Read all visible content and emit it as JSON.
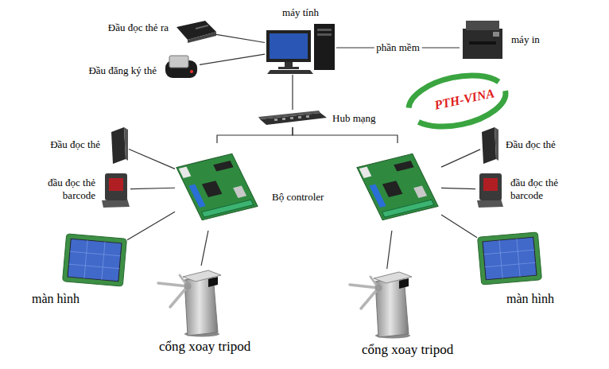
{
  "diagram": {
    "nodes": [
      {
        "text": [
          "Đầu đọc thẻ ra"
        ]
      },
      {
        "text": [
          "máy tính"
        ]
      },
      {
        "text": [
          "Đầu đăng ký thẻ"
        ]
      },
      {
        "text": [
          "máy in"
        ]
      },
      {
        "text": [
          "Hub mạng"
        ]
      },
      {
        "text": [
          "Đầu đọc thẻ"
        ]
      },
      {
        "text": [
          "Đầu đọc thẻ"
        ]
      },
      {
        "text": [
          "Bộ controler"
        ]
      },
      {
        "text": []
      },
      {
        "text": [
          "đầu đọc thẻ barcode"
        ]
      },
      {
        "text": [
          "đầu đọc thẻ barcode"
        ]
      },
      {
        "text": [
          "màn hình"
        ]
      },
      {
        "text": [
          "màn hình"
        ]
      },
      {
        "text": [
          "cổng xoay tripod"
        ]
      },
      {
        "text": [
          "cổng xoay tripod"
        ]
      }
    ],
    "edges": [
      {
        "from": 0,
        "to": 1,
        "arrow": "none"
      },
      {
        "from": 2,
        "to": 1,
        "arrow": "none"
      },
      {
        "from": 1,
        "to": 3,
        "label": "phần mềm",
        "arrow": "none"
      },
      {
        "from": 1,
        "to": 4,
        "arrow": "none"
      },
      {
        "from": 4,
        "to": 7,
        "arrow": "none"
      },
      {
        "from": 4,
        "to": 8,
        "arrow": "none"
      },
      {
        "from": 7,
        "to": 5,
        "arrow": "none"
      },
      {
        "from": 7,
        "to": 9,
        "arrow": "none"
      },
      {
        "from": 7,
        "to": 11,
        "arrow": "none"
      },
      {
        "from": 7,
        "to": 13,
        "arrow": "none"
      },
      {
        "from": 8,
        "to": 6,
        "arrow": "none"
      },
      {
        "from": 8,
        "to": 10,
        "arrow": "none"
      },
      {
        "from": 8,
        "to": 12,
        "arrow": "none"
      },
      {
        "from": 8,
        "to": 14,
        "arrow": "none"
      }
    ],
    "labels": [
      "PTH-VINA"
    ]
  }
}
